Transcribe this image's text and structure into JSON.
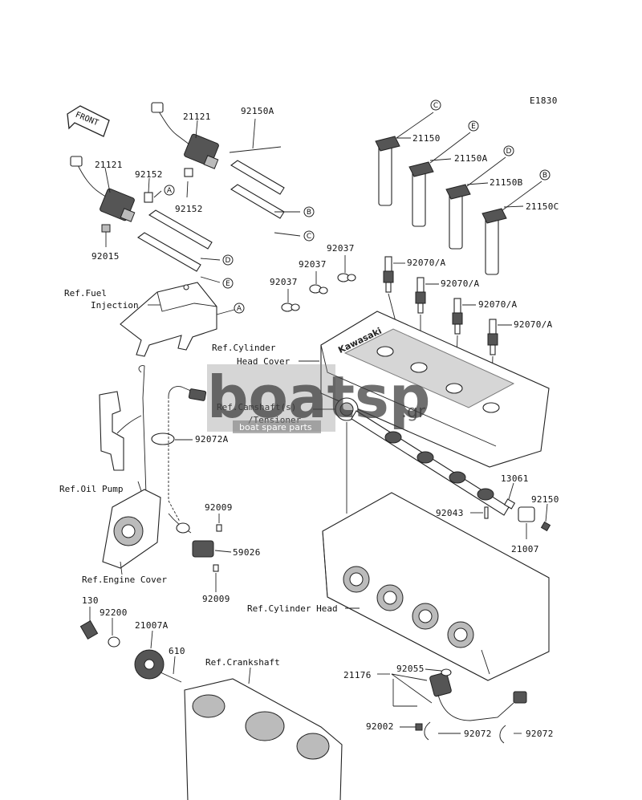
{
  "diagram_code": "E1830",
  "front_label": "FRONT",
  "watermark": {
    "text": "boatsp",
    "suffix": ".gr",
    "tagline": "boat spare parts"
  },
  "callout_letters": [
    "A",
    "B",
    "C",
    "D",
    "E"
  ],
  "parts": {
    "p21121a": "21121",
    "p21121b": "21121",
    "p92150a_top": "92150A",
    "p92152a": "92152",
    "p92152b": "92152",
    "p92015": "92015",
    "p21150": "21150",
    "p21150a": "21150A",
    "p21150b": "21150B",
    "p21150c": "21150C",
    "p92037a": "92037",
    "p92037b": "92037",
    "p92037c": "92037",
    "p92070a1": "92070/A",
    "p92070a2": "92070/A",
    "p92070a3": "92070/A",
    "p92070a4": "92070/A",
    "p92072a": "92072A",
    "p92009a": "92009",
    "p92009b": "92009",
    "p59026": "59026",
    "p13061": "13061",
    "p92150": "92150",
    "p92043": "92043",
    "p21007": "21007",
    "p130": "130",
    "p92200": "92200",
    "p21007a": "21007A",
    "p610": "610",
    "p21176": "21176",
    "p92055": "92055",
    "p92002": "92002",
    "p92072a_bot": "92072",
    "p92072b_bot": "92072"
  },
  "references": {
    "fuel_injection_1": "Ref.Fuel",
    "fuel_injection_2": "Injection",
    "cyl_head_cover_1": "Ref.Cylinder",
    "cyl_head_cover_2": "Head Cover",
    "camshaft_1": "Ref.Camshaft(s)",
    "camshaft_2": "/Tensioner",
    "oil_pump": "Ref.Oil Pump",
    "engine_cover": "Ref.Engine Cover",
    "cylinder_head": "Ref.Cylinder Head",
    "crankshaft": "Ref.Crankshaft"
  },
  "cover_brand": "Kawasaki"
}
